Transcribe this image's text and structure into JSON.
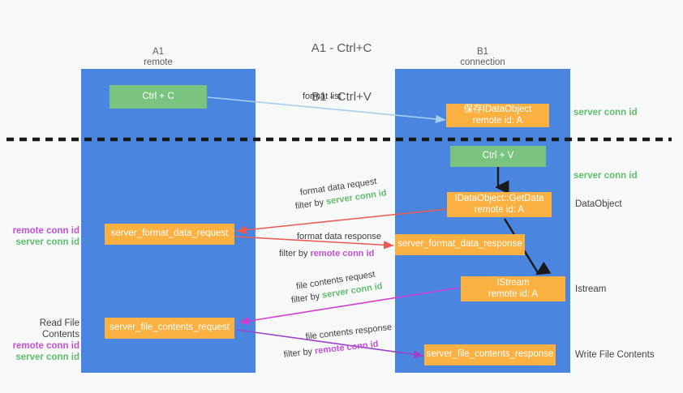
{
  "title": {
    "line1": "A1 - Ctrl+C",
    "line2": "B1 - Ctrl+V"
  },
  "colors": {
    "lane": "#4a86e0",
    "box_orange": "#fbb042",
    "box_green": "#7ac47f",
    "server_conn_id": "#62bd6d",
    "remote_conn_id": "#c451d6",
    "arrow_blue": "#a8cef0",
    "arrow_red": "#ea5b52",
    "arrow_magenta": "#cf3fd0",
    "arrow_purple": "#9b43c9",
    "arrow_black": "#1a1a1a",
    "background": "#f7f8f8"
  },
  "columns": [
    {
      "name": "A1",
      "sub": "remote"
    },
    {
      "name": "B1",
      "sub": "connection"
    }
  ],
  "boxes": {
    "ctrl_c": "Ctrl + C",
    "ctrl_v": "Ctrl + V",
    "save_idataobject": "保存IDataObject\nremote id: A",
    "idataobject_getdata": "IDataObject::GetData\nremote id: A",
    "istream": "IStream\nremote id: A",
    "server_format_data_request": "server_format_data_request",
    "server_format_data_response": "server_format_data_response",
    "server_file_contents_request": "server_file_contents_request",
    "server_file_contents_response": "server_file_contents_response"
  },
  "right_labels": {
    "server_conn_id_top": "server conn id",
    "server_conn_id_second": "server conn id",
    "dataobject": "DataObject",
    "istream": "Istream",
    "write_file_contents": "Write File Contents"
  },
  "left_labels": {
    "format_group": {
      "remote": "remote conn id",
      "server": "server conn id"
    },
    "file_group": {
      "heading": "Read File Contents",
      "remote": "remote conn id",
      "server": "server conn id"
    }
  },
  "edge_labels": {
    "format_list": "format list",
    "format_data_request": "format data request",
    "format_data_request_filter_prefix": "filter by ",
    "format_data_request_filter_value": "server conn id",
    "format_data_response": "format data response",
    "format_data_response_filter_prefix": "filter by ",
    "format_data_response_filter_value": "remote conn id",
    "file_contents_request": "file contents request",
    "file_contents_request_filter_prefix": "filter by ",
    "file_contents_request_filter_value": "server conn id",
    "file_contents_response": "file contents response",
    "file_contents_response_filter_prefix": "filter by ",
    "file_contents_response_filter_value": "remote conn id"
  }
}
